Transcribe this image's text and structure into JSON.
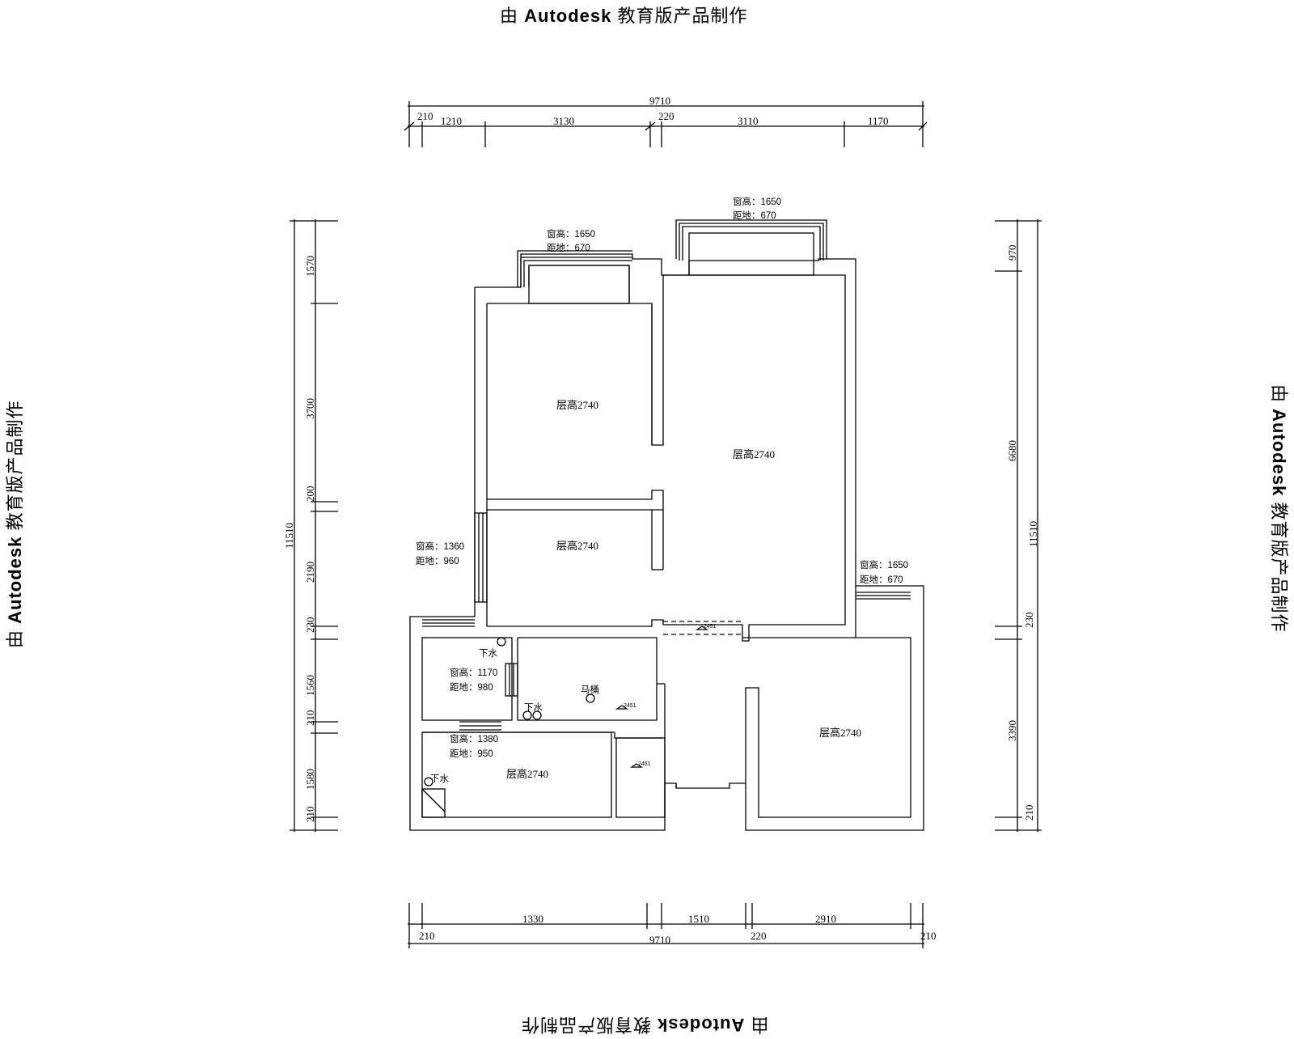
{
  "watermark": {
    "prefix": "由",
    "brand": "Autodesk",
    "suffix": "教育版产品制作"
  },
  "dimensions": {
    "top_total": "9710",
    "top_segments": [
      "210",
      "1210",
      "3130",
      "220",
      "3110",
      "1170"
    ],
    "bottom_total": "9710",
    "bottom_segments": [
      "1330",
      "1510",
      "2910"
    ],
    "bottom_walls": [
      "210",
      "220",
      "210"
    ],
    "left_total": "11510",
    "left_segments": [
      "1570",
      "3700",
      "200",
      "2190",
      "230",
      "1560",
      "210",
      "1580",
      "210"
    ],
    "right_total": "11510",
    "right_segments": [
      "970",
      "6680",
      "230",
      "3390",
      "210"
    ]
  },
  "windows": [
    {
      "height": "窗高：1650",
      "sill": "距地：670"
    },
    {
      "height": "窗高：1650",
      "sill": "距地：670"
    },
    {
      "height": "窗高：1360",
      "sill": "距地：960"
    },
    {
      "height": "窗高：1650",
      "sill": "距地：670"
    },
    {
      "height": "窗高：1170",
      "sill": "距地：980"
    },
    {
      "height": "窗高：1380",
      "sill": "距地：950"
    }
  ],
  "rooms": [
    "层高2740",
    "层高2740",
    "层高2740",
    "层高2740",
    "层高2740"
  ],
  "fixtures": {
    "drain": "下水",
    "toilet": "马桶",
    "level_a": "2451",
    "level_b": "2451",
    "level_c": "2451"
  }
}
